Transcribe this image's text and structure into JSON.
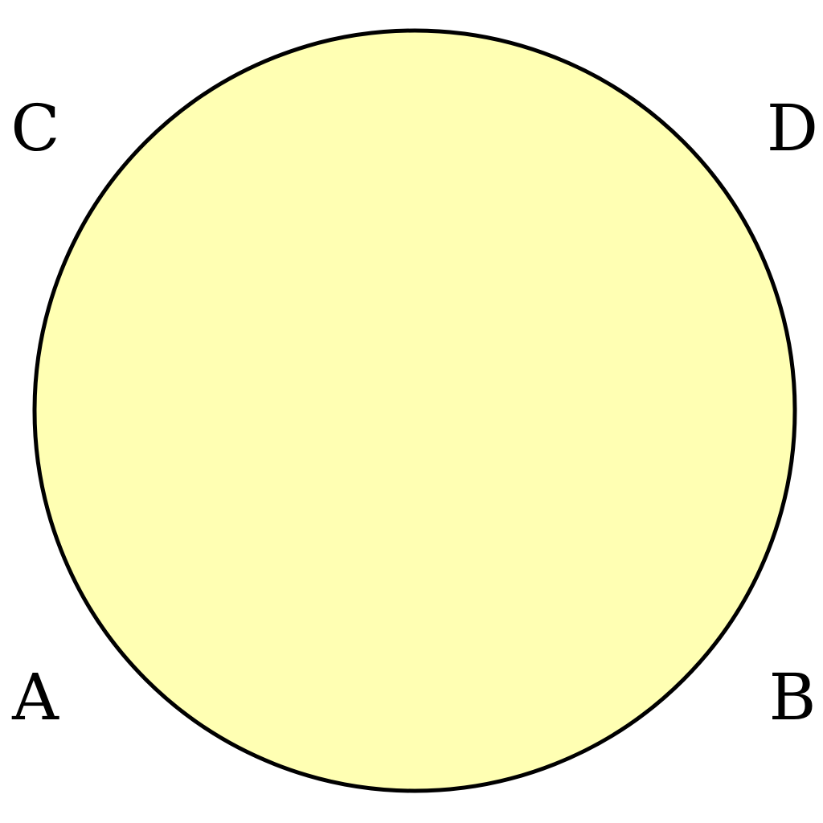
{
  "diagram": {
    "shape": "circle",
    "fill_color": "#ffffb3",
    "stroke_color": "#000000",
    "labels": {
      "top_left": "C",
      "top_right": "D",
      "bottom_left": "A",
      "bottom_right": "B"
    }
  }
}
